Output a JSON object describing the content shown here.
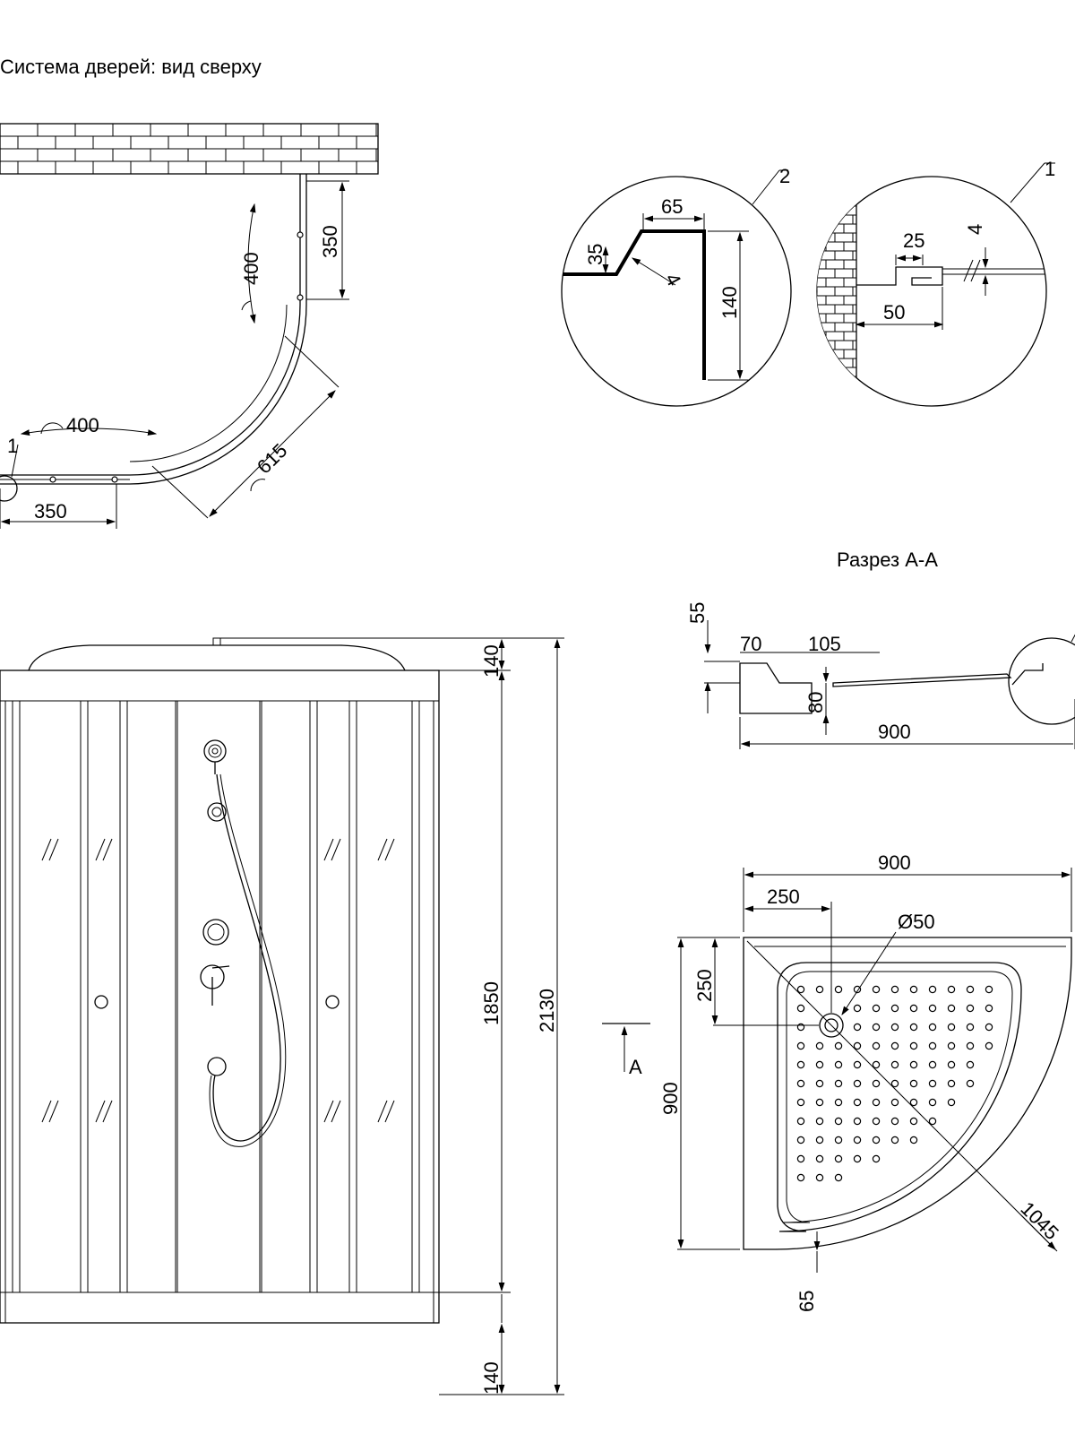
{
  "titles": {
    "top_view": "Система дверей: вид сверху",
    "section": "Разрез А-А",
    "section_mark": "A"
  },
  "top_view_dims": {
    "door_arc_right": "400",
    "door_height": "350",
    "door_arc_bottom": "400",
    "door_width": "350",
    "diag": "615",
    "callout": "1"
  },
  "detail2": {
    "callout": "2",
    "w": "65",
    "h": "35",
    "t": "4",
    "depth": "140"
  },
  "detail1": {
    "callout": "1",
    "gap": "25",
    "t": "4",
    "w": "50"
  },
  "front_dims": {
    "top": "140",
    "middle": "1850",
    "bottom": "140",
    "total": "2130"
  },
  "section_dims": {
    "rim": "55",
    "ledge": "70",
    "offset": "105",
    "depth": "80",
    "width": "900"
  },
  "tray_dims": {
    "width": "900",
    "drain_x": "250",
    "drain_d": "Ø50",
    "drain_y": "250",
    "depth": "900",
    "diag": "1045",
    "frame": "65"
  }
}
